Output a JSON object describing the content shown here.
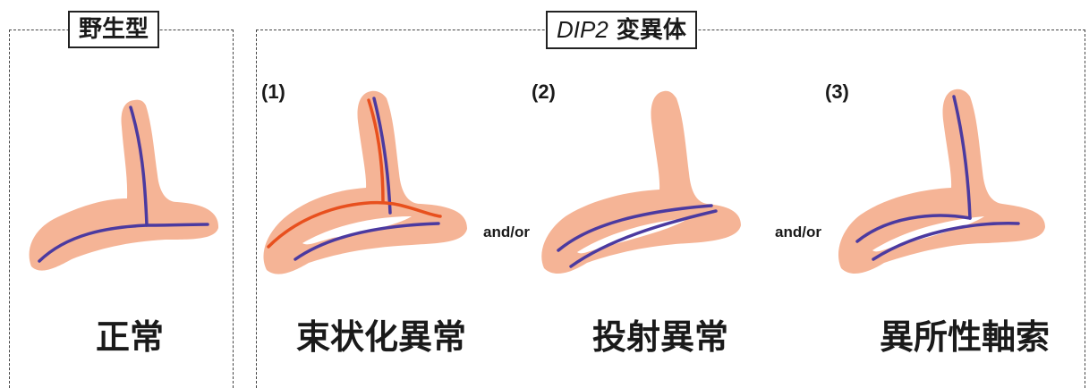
{
  "wild_type": {
    "title": "野生型",
    "caption": "正常"
  },
  "mutant": {
    "title_gene": "DIP2",
    "title_suffix": "変異体",
    "variants": [
      {
        "number": "(1)",
        "caption": "束状化異常"
      },
      {
        "number": "(2)",
        "caption": "投射異常"
      },
      {
        "number": "(3)",
        "caption": "異所性軸索"
      }
    ],
    "connector": "and/or"
  },
  "colors": {
    "tissue": "#f5b496",
    "axon_normal": "#4b3aa0",
    "axon_abnormal": "#e8501e"
  }
}
